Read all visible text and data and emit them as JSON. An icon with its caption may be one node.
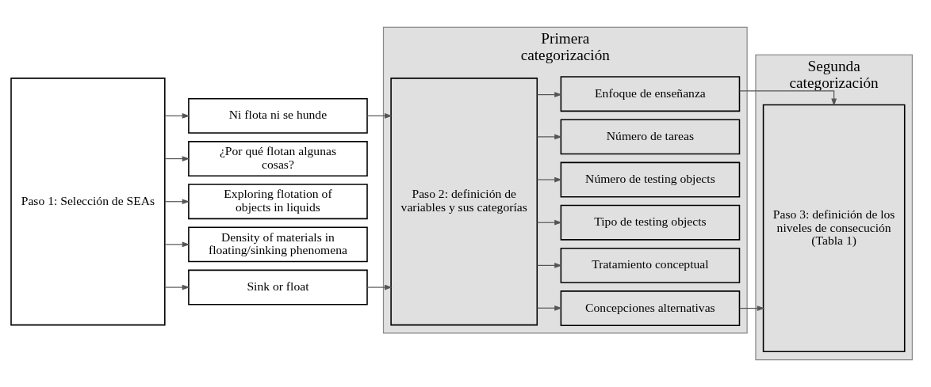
{
  "diagram": {
    "nodes": [
      {
        "text": [
          "Paso 1: Selección de SEAs"
        ]
      },
      {
        "text": [
          "Ni flota ni se hunde"
        ]
      },
      {
        "text": [
          "¿Por qué flotan algunas cosas?"
        ]
      },
      {
        "text": [
          "Exploring flotation of objects in liquids"
        ]
      },
      {
        "text": [
          "Density of materials in floating/sinking phenomena"
        ]
      },
      {
        "text": [
          "Sink or float"
        ]
      },
      {
        "text": [
          "Primera categorización"
        ]
      },
      {
        "text": [
          "Paso 2: definición de variables y sus categorías"
        ],
        "in": 6
      },
      {
        "text": [
          "Concepciones alternativas"
        ],
        "in": 6
      },
      {
        "text": [
          "Tratamiento conceptual"
        ],
        "in": 6
      },
      {
        "text": [
          "Tipo de testing objects"
        ],
        "in": 6
      },
      {
        "text": [
          "Número de testing objects"
        ],
        "in": 6
      },
      {
        "text": [
          "Número de tareas"
        ],
        "in": 6
      },
      {
        "text": [
          "Enfoque de enseñanza"
        ],
        "in": 6
      },
      {
        "text": [
          "Segunda categorización"
        ]
      },
      {
        "text": [
          "Paso 3: definición de los niveles de consecución (Tabla 1)"
        ],
        "in": 14
      }
    ],
    "edges": [
      {
        "from": 0,
        "to": 1,
        "arrow": "to"
      },
      {
        "from": 0,
        "to": 2,
        "arrow": "to"
      },
      {
        "from": 0,
        "to": 3,
        "arrow": "to"
      },
      {
        "from": 0,
        "to": 4,
        "arrow": "to"
      },
      {
        "from": 0,
        "to": 5,
        "arrow": "to"
      },
      {
        "from": 1,
        "to": 7,
        "arrow": "to"
      },
      {
        "from": 5,
        "to": 7,
        "arrow": "to"
      },
      {
        "from": 7,
        "to": 8,
        "arrow": "to"
      },
      {
        "from": 7,
        "to": 9,
        "arrow": "to"
      },
      {
        "from": 7,
        "to": 10,
        "arrow": "to"
      },
      {
        "from": 7,
        "to": 11,
        "arrow": "to"
      },
      {
        "from": 7,
        "to": 12,
        "arrow": "to"
      },
      {
        "from": 7,
        "to": 13,
        "arrow": "to"
      },
      {
        "from": 8,
        "to": 15,
        "arrow": "to"
      },
      {
        "from": 13,
        "to": 15,
        "arrow": "to"
      }
    ]
  }
}
